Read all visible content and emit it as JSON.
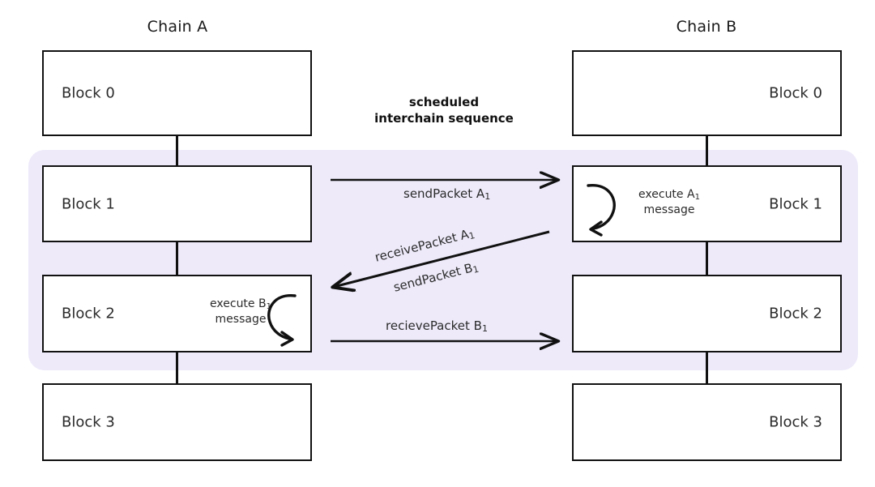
{
  "diagram": {
    "background_color": "#ffffff",
    "highlight_color": "#EEEAFA",
    "stroke_color": "#111111",
    "chains": [
      {
        "key": "chain_a",
        "title": "Chain A",
        "label_align": "left",
        "blocks": [
          {
            "label": "Block 0"
          },
          {
            "label": "Block 1"
          },
          {
            "label": "Block 2"
          },
          {
            "label": "Block 3"
          }
        ]
      },
      {
        "key": "chain_b",
        "title": "Chain B",
        "label_align": "right",
        "blocks": [
          {
            "label": "Block 0"
          },
          {
            "label": "Block 1"
          },
          {
            "label": "Block 2"
          },
          {
            "label": "Block 3"
          }
        ]
      }
    ],
    "sequence_caption": {
      "line1": "scheduled",
      "line2": "interchain sequence"
    },
    "messages": [
      {
        "key": "send_packet_a1",
        "label": "sendPacket A",
        "subscript": "1",
        "direction": "a-to-b",
        "style": "horizontal"
      },
      {
        "key": "receive_packet_a1",
        "label": "receivePacket A",
        "subscript": "1",
        "direction": "b-to-a",
        "style": "diagonal",
        "position": "above-line"
      },
      {
        "key": "send_packet_b1",
        "label": "sendPacket B",
        "subscript": "1",
        "direction": "b-to-a",
        "style": "diagonal",
        "position": "below-line"
      },
      {
        "key": "receive_packet_b1",
        "label": "recievePacket B",
        "subscript": "1",
        "direction": "a-to-b",
        "style": "horizontal"
      }
    ],
    "execution_notes": [
      {
        "key": "execute_a1",
        "line1": "execute A",
        "subscript": "1",
        "line2": "message",
        "chain": "chain_b",
        "block": "Block 1"
      },
      {
        "key": "execute_b1",
        "line1": "execute B",
        "subscript": "1",
        "line2": "message",
        "chain": "chain_a",
        "block": "Block 2"
      }
    ]
  }
}
